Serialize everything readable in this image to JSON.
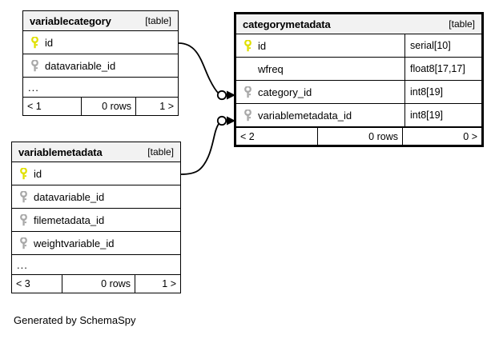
{
  "diagram": {
    "caption": "Generated by SchemaSpy",
    "background": "#ffffff",
    "pk_key_color": "#e8e800",
    "fk_key_color": "#a0a0a0",
    "header_fill": "#f2f2f2",
    "line_color": "#000000"
  },
  "tables": {
    "variablecategory": {
      "name": "variablecategory",
      "tag": "[table]",
      "columns": [
        {
          "key": "pk",
          "key_icon": "key-icon-primary",
          "name": "id",
          "type": ""
        },
        {
          "key": "fk",
          "key_icon": "key-icon-foreign",
          "name": "datavariable_id",
          "type": ""
        }
      ],
      "ellipsis": "...",
      "footer": {
        "prev": "< 1",
        "rows": "0 rows",
        "next": "1 >"
      }
    },
    "variablemetadata": {
      "name": "variablemetadata",
      "tag": "[table]",
      "columns": [
        {
          "key": "pk",
          "key_icon": "key-icon-primary",
          "name": "id",
          "type": ""
        },
        {
          "key": "fk",
          "key_icon": "key-icon-foreign",
          "name": "datavariable_id",
          "type": ""
        },
        {
          "key": "fk",
          "key_icon": "key-icon-foreign",
          "name": "filemetadata_id",
          "type": ""
        },
        {
          "key": "fk",
          "key_icon": "key-icon-foreign",
          "name": "weightvariable_id",
          "type": ""
        }
      ],
      "ellipsis": "...",
      "footer": {
        "prev": "< 3",
        "rows": "0 rows",
        "next": "1 >"
      }
    },
    "categorymetadata": {
      "name": "categorymetadata",
      "tag": "[table]",
      "focal": true,
      "columns": [
        {
          "key": "pk",
          "key_icon": "key-icon-primary",
          "name": "id",
          "type": "serial[10]"
        },
        {
          "key": "none",
          "key_icon": "",
          "name": "wfreq",
          "type": "float8[17,17]"
        },
        {
          "key": "fk",
          "key_icon": "key-icon-foreign",
          "name": "category_id",
          "type": "int8[19]"
        },
        {
          "key": "fk",
          "key_icon": "key-icon-foreign",
          "name": "variablemetadata_id",
          "type": "int8[19]"
        }
      ],
      "footer": {
        "prev": "< 2",
        "rows": "0 rows",
        "next": "0 >"
      }
    }
  },
  "relationships": [
    {
      "name": "variablecategory-to-categorymetadata",
      "from_table": "variablecategory",
      "from_column": "id",
      "to_table": "categorymetadata",
      "to_column": "category_id",
      "from_cardinality": "zero-or-one",
      "to_cardinality": "many"
    },
    {
      "name": "variablemetadata-to-categorymetadata",
      "from_table": "variablemetadata",
      "from_column": "id",
      "to_table": "categorymetadata",
      "to_column": "variablemetadata_id",
      "from_cardinality": "zero-or-one",
      "to_cardinality": "many"
    }
  ]
}
